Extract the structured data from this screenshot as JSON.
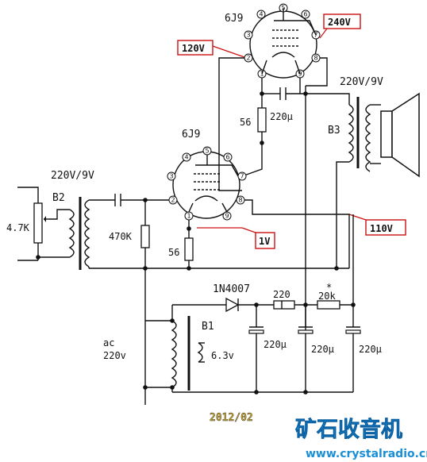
{
  "tubes": {
    "output_tube": "6J9",
    "driver_tube": "6J9",
    "pin_numbers": [
      "1",
      "2",
      "3",
      "4",
      "5",
      "6",
      "7",
      "8",
      "9"
    ]
  },
  "voltage_callouts": {
    "output_plate": "240V",
    "output_screen": "120V",
    "driver_cathode": "1V",
    "driver_plate": "110V"
  },
  "transformers": {
    "output": {
      "name": "B3",
      "rating": "220V/9V"
    },
    "input": {
      "name": "B2",
      "rating": "220V/9V"
    },
    "power": {
      "name": "B1",
      "primary": [
        "ac",
        "220v"
      ],
      "secondary": "6.3v"
    }
  },
  "components": {
    "pot": "4.7K",
    "grid_resistor": "470K",
    "driver_cathode_resistor": "56",
    "output_cathode_resistor": "56",
    "coupling_cap": "220μ",
    "diode": "1N4007",
    "filter_resistor_1": "220",
    "filter_resistor_2": "20k",
    "filter_resistor_2_mark": "*",
    "filter_caps": [
      "220μ",
      "220μ",
      "220μ"
    ]
  },
  "watermark": {
    "date": "2012/02",
    "brand": "矿石收音机",
    "url": "www.crystalradio.cn"
  },
  "colors": {
    "ink": "#111111",
    "callout_border": "#cc1010",
    "watermark_blue": "#1a8fd6",
    "date_gold": "#c9a52a"
  }
}
